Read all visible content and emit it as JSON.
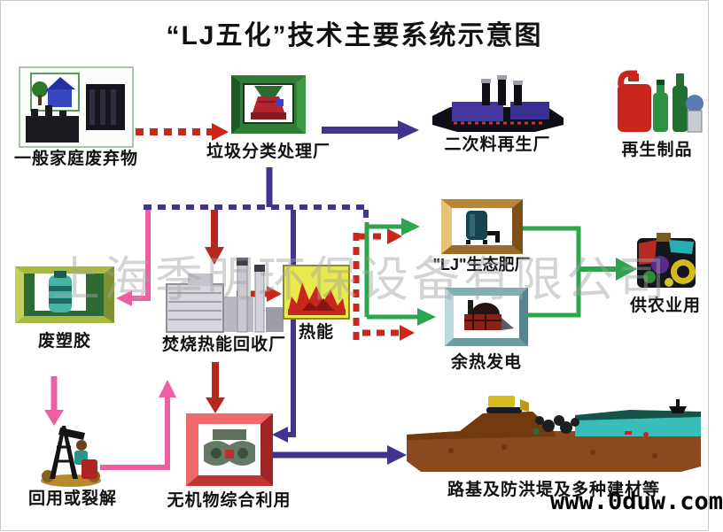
{
  "title": "“LJ五化”技术主要系统示意图",
  "watermark": "上海季明环保设备有限公司",
  "website": "www.0duw.com",
  "nodes": {
    "household": {
      "label": "一般家庭废弃物"
    },
    "sorting_plant": {
      "label": "垃圾分类处理厂"
    },
    "secondary_plant": {
      "label": "二次料再生厂"
    },
    "recycled_products": {
      "label": "再生制品"
    },
    "fertilizer_plant": {
      "label": "\"LJ\"生态肥厂"
    },
    "agriculture": {
      "label": "供农业用"
    },
    "waste_plastic": {
      "label": "废塑胶"
    },
    "incineration_plant": {
      "label": "焚烧热能回收厂"
    },
    "thermal_energy": {
      "label": "热能"
    },
    "waste_heat_power": {
      "label": "余热发电"
    },
    "reuse_cracking": {
      "label": "回用或裂解"
    },
    "inorganic_utilization": {
      "label": "无机物综合利用"
    },
    "road_base": {
      "label": "路基及防洪堤及多种建材等"
    }
  },
  "colors": {
    "red": "#cf2518",
    "darkred": "#b5281e",
    "indigo": "#43338f",
    "pink": "#ec5fa1",
    "green": "#2ea44d",
    "wm": "#9fa4a4",
    "ink": "#111111"
  }
}
